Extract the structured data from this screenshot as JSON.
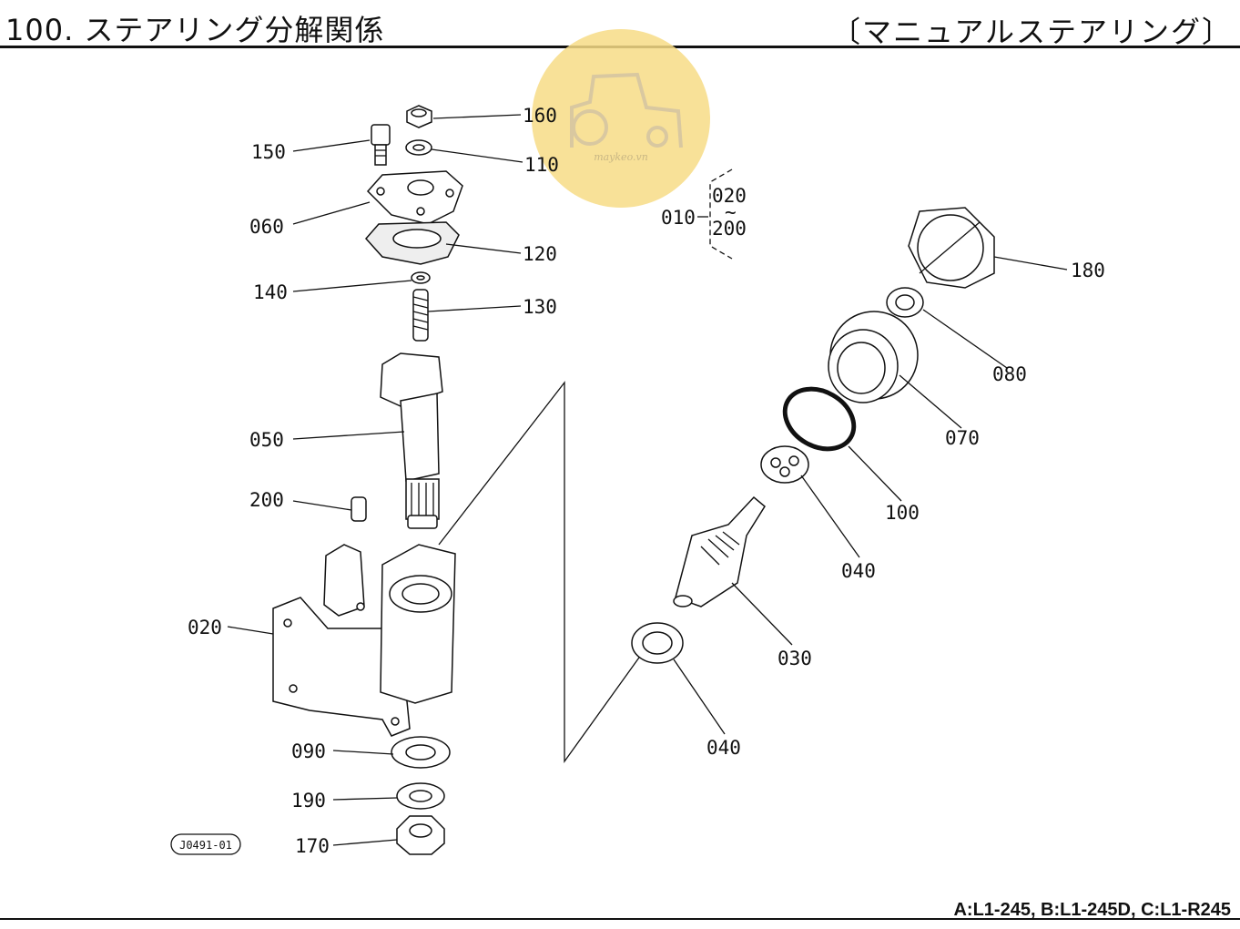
{
  "header": {
    "title": "100. ステアリング分解関係",
    "category": "〔マニュアルステアリング〕"
  },
  "watermark": {
    "text": "maykeo.vn",
    "color": "#f7d87a"
  },
  "callouts": [
    {
      "id": "160",
      "label": "160"
    },
    {
      "id": "110",
      "label": "110"
    },
    {
      "id": "150",
      "label": "150"
    },
    {
      "id": "060",
      "label": "060"
    },
    {
      "id": "120",
      "label": "120"
    },
    {
      "id": "140",
      "label": "140"
    },
    {
      "id": "130",
      "label": "130"
    },
    {
      "id": "050",
      "label": "050"
    },
    {
      "id": "200",
      "label": "200"
    },
    {
      "id": "020",
      "label": "020"
    },
    {
      "id": "090",
      "label": "090"
    },
    {
      "id": "190",
      "label": "190"
    },
    {
      "id": "170",
      "label": "170"
    },
    {
      "id": "180",
      "label": "180"
    },
    {
      "id": "080",
      "label": "080"
    },
    {
      "id": "070",
      "label": "070"
    },
    {
      "id": "100",
      "label": "100"
    },
    {
      "id": "040a",
      "label": "040"
    },
    {
      "id": "030",
      "label": "030"
    },
    {
      "id": "040b",
      "label": "040"
    }
  ],
  "group": {
    "label": "010",
    "range_top": "020",
    "range_sep": "~",
    "range_bottom": "200"
  },
  "figure_code": "J0491-01",
  "footer": {
    "applicability": "A:L1-245, B:L1-245D, C:L1-R245"
  }
}
